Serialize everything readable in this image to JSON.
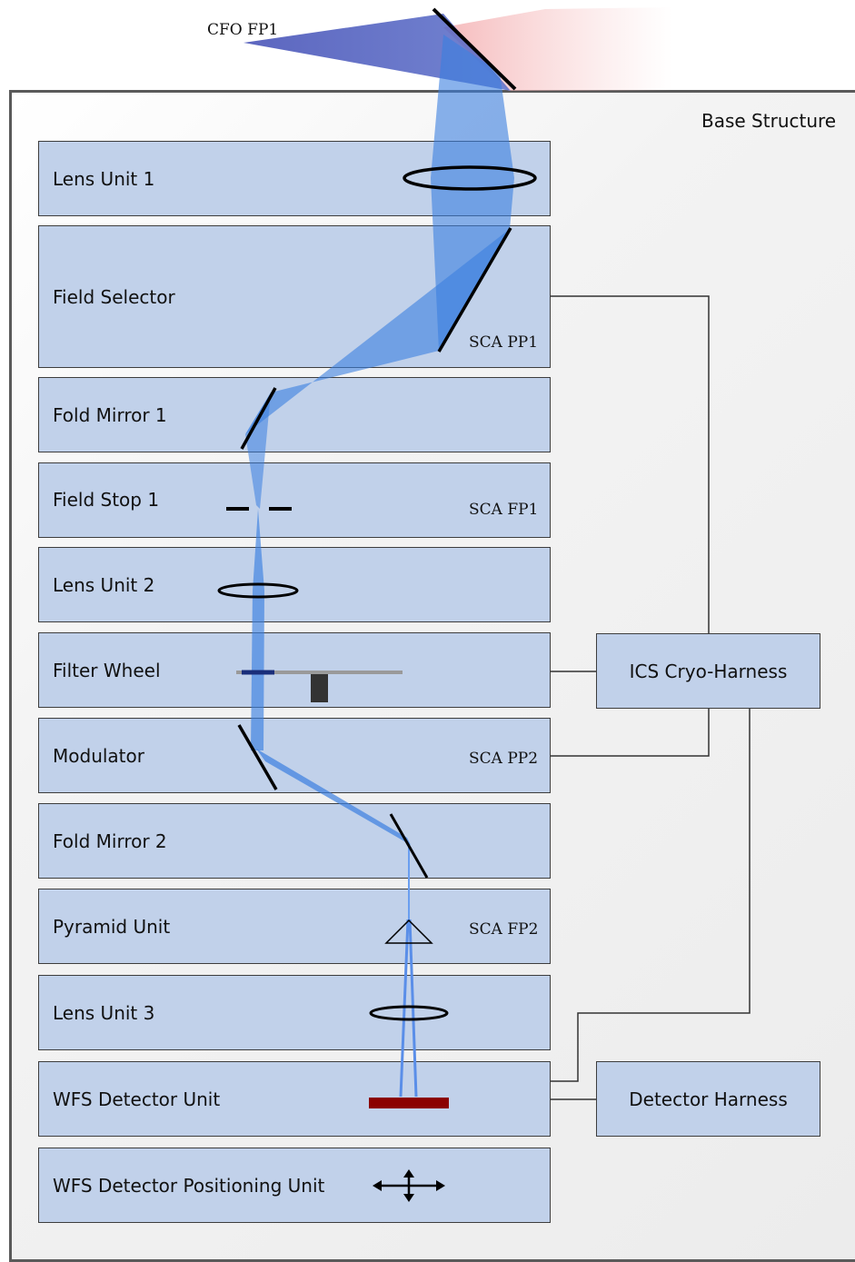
{
  "diagram": {
    "base_label": "Base Structure",
    "focal_labels": {
      "cfo_fp1": "CFO FP1",
      "sca_pp1": "SCA PP1",
      "sca_fp1": "SCA FP1",
      "sca_pp2": "SCA PP2",
      "sca_fp2": "SCA FP2"
    },
    "units": [
      "Lens Unit 1",
      "Field Selector",
      "Fold Mirror 1",
      "Field Stop 1",
      "Lens Unit 2",
      "Filter Wheel",
      "Modulator",
      "Fold Mirror 2",
      "Pyramid Unit",
      "Lens Unit 3",
      "WFS Detector Unit",
      "WFS Detector Positioning Unit"
    ],
    "harnesses": {
      "ics": "ICS Cryo-Harness",
      "detector": "Detector Harness"
    },
    "colors": {
      "box_fill": "#c1d1ea",
      "beam": "#3a7fe0",
      "detector": "#8b0000"
    }
  }
}
